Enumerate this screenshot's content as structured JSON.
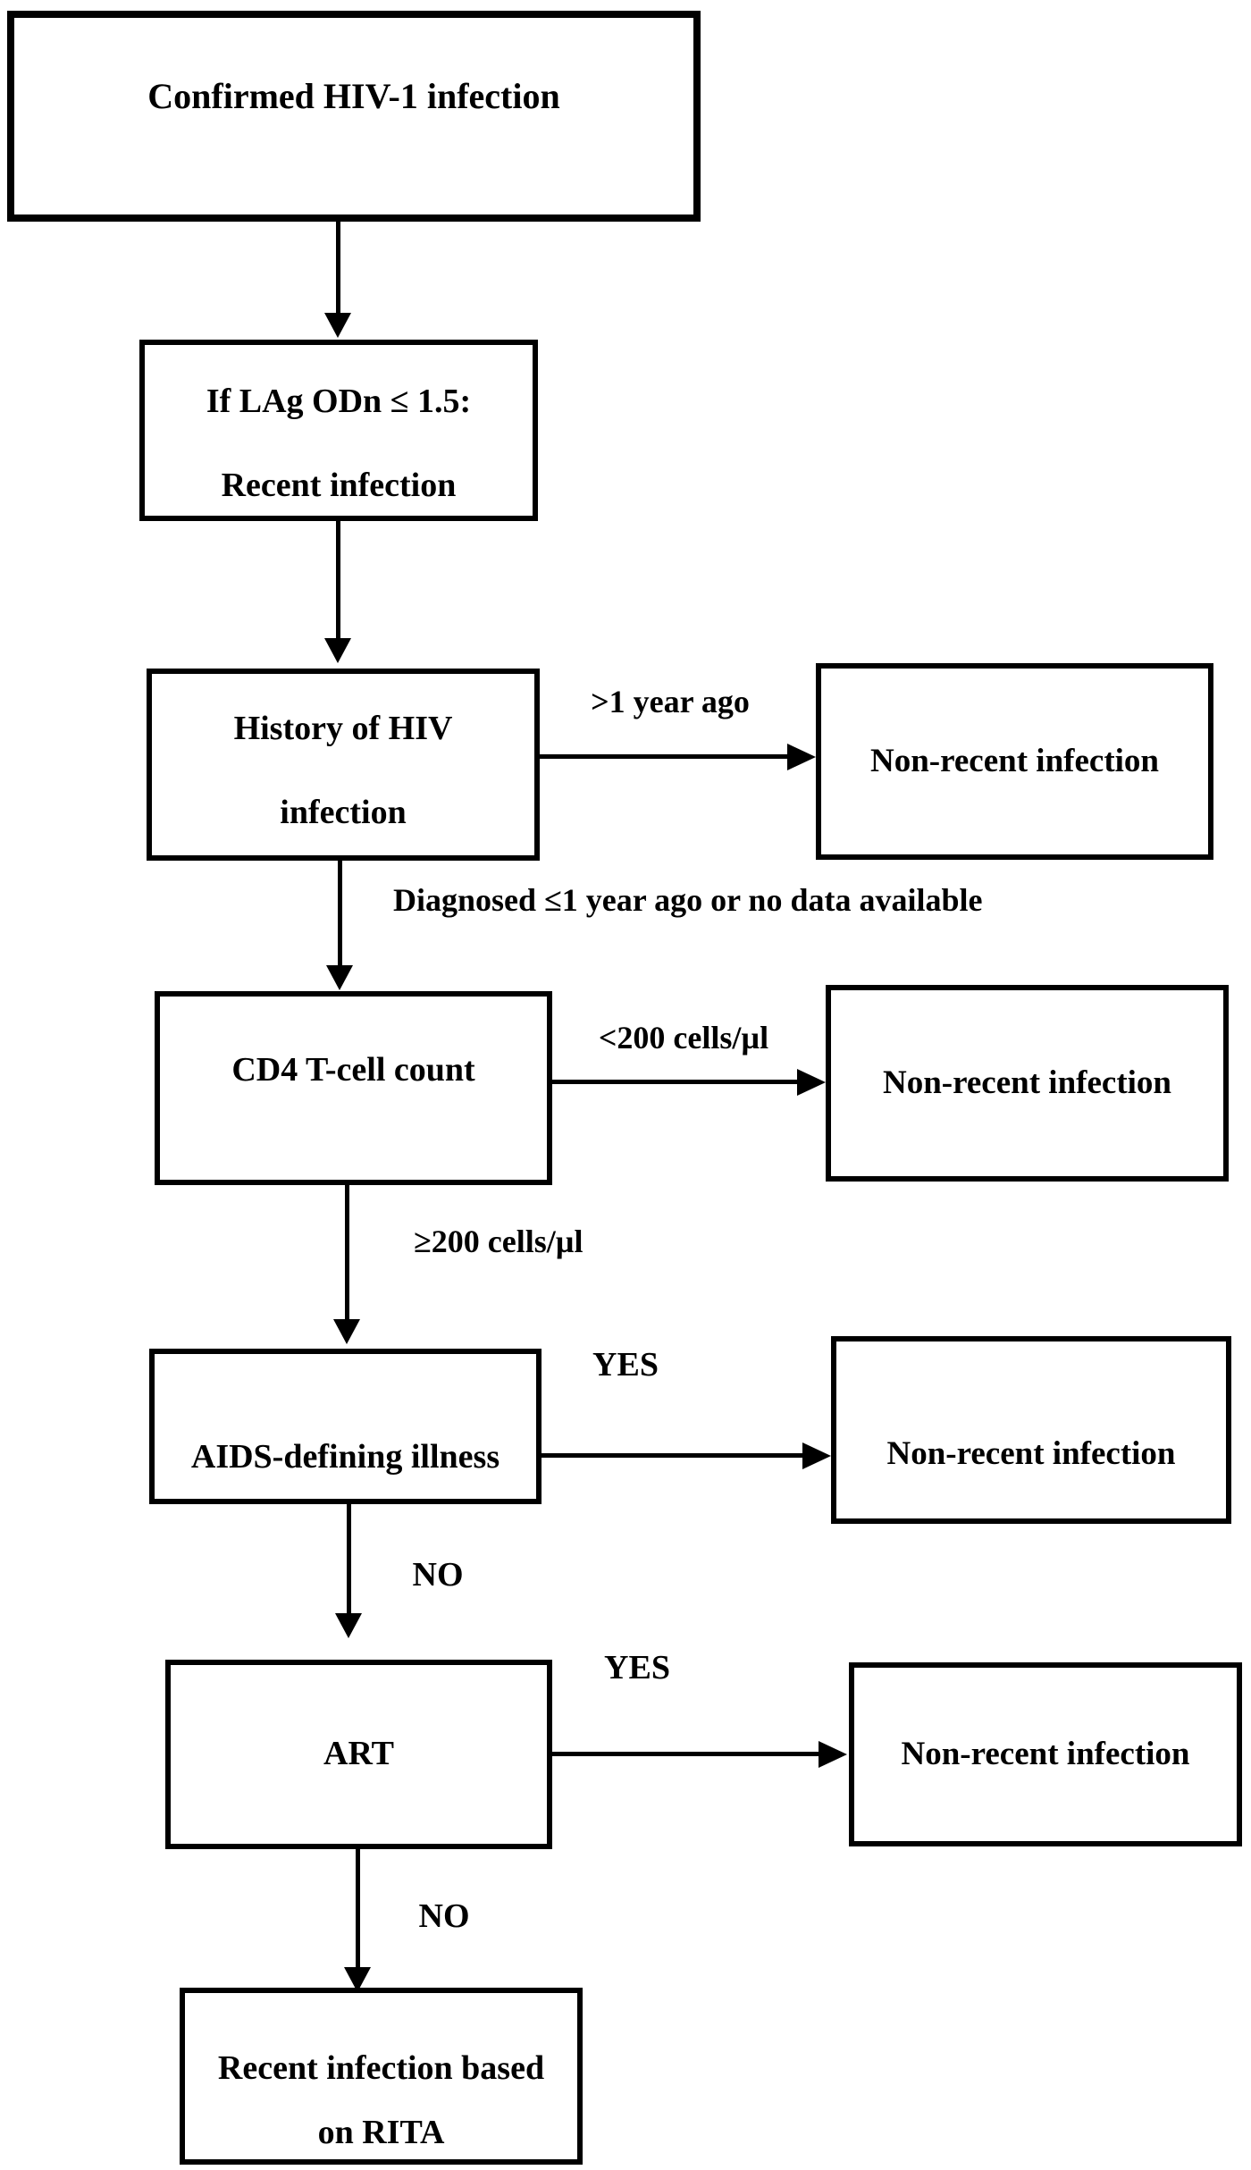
{
  "figure": {
    "background_color": "#ffffff",
    "line_color": "#000000",
    "nodes": {
      "confirmed": {
        "text": "Confirmed HIV-1 infection"
      },
      "lag": {
        "line1": "If LAg ODn ≤ 1.5:",
        "line2": "Recent infection"
      },
      "history": {
        "line1": "History of HIV",
        "line2": "infection"
      },
      "cd4": {
        "text": "CD4 T-cell count"
      },
      "aids": {
        "text": "AIDS-defining illness"
      },
      "art": {
        "text": "ART"
      },
      "rita": {
        "line1": "Recent infection based",
        "line2": "on RITA"
      },
      "nonrecent_history": {
        "text": "Non-recent infection"
      },
      "nonrecent_cd4": {
        "text": "Non-recent infection"
      },
      "nonrecent_aids": {
        "text": "Non-recent infection"
      },
      "nonrecent_art": {
        "text": "Non-recent infection"
      }
    },
    "edge_labels": {
      "history_to_nonrecent": ">1 year ago",
      "history_to_cd4": "Diagnosed ≤1 year ago or no data available",
      "cd4_to_nonrecent": "<200 cells/µl",
      "cd4_to_aids": "≥200 cells/µl",
      "aids_yes": "YES",
      "aids_no": "NO",
      "art_yes": "YES",
      "art_no": "NO"
    }
  }
}
